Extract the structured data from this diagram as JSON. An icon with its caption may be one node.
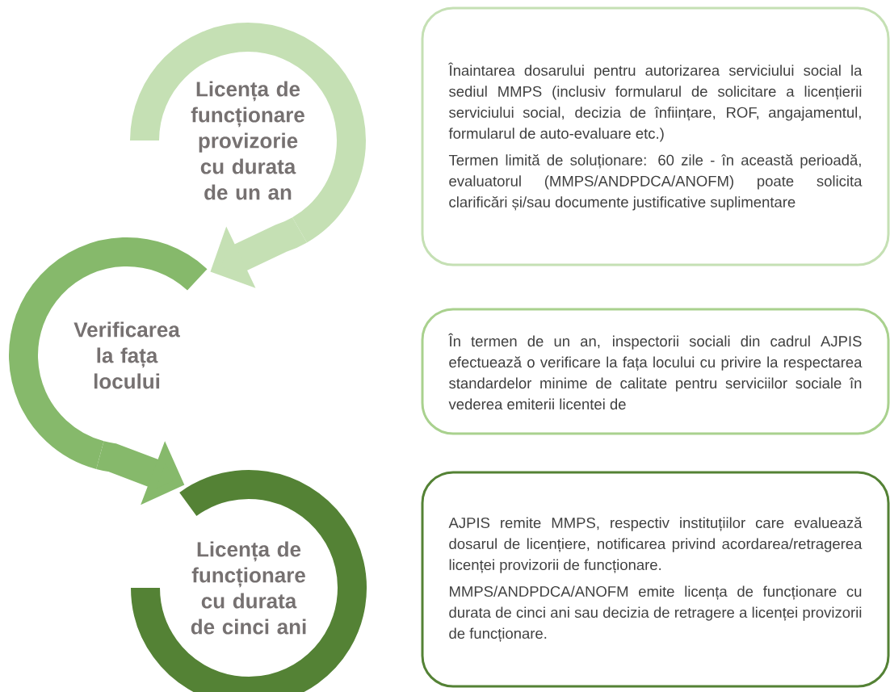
{
  "diagram": {
    "nodes": [
      {
        "text": [
          "Licența de funcționare provizorie cu durata de un an"
        ]
      },
      {
        "text": [
          "Verificarea la fața locului"
        ]
      },
      {
        "text": [
          "Licența de funcționare cu durata de cinci ani"
        ]
      },
      {
        "text": [
          "Înaintarea dosarului pentru autorizarea serviciului social la sediul MMPS (inclusiv formularul de solicitare a licențierii serviciului social, decizia de înființare, ROF, angajamentul, formularul de auto-evaluare etc.)",
          "Termen limită de soluționare: 60 zile - în această perioadă, evaluatorul (MMPS/ANDPDCA/ANOFM) poate solicita clarificări și/sau documente justificative suplimentare"
        ]
      },
      {
        "text": [
          "În termen de un an, inspectorii sociali din cadrul AJPIS efectuează o verificare la fața locului cu privire la respectarea standardelor minime de calitate pentru serviciilor sociale în vederea emiterii licentei de"
        ]
      },
      {
        "text": [
          "AJPIS remite MMPS, respectiv instituțiilor care evaluează dosarul de licențiere, notificarea privind acordarea/retragerea licenței provizorii de funcționare.",
          "MMPS/ANDPDCA/ANOFM emite licența de funcționare cu durata de cinci ani sau decizia de retragere a licenței provizorii de funcționare."
        ]
      }
    ],
    "edges": [
      {
        "from": 0,
        "to": 1,
        "arrow": "to",
        "color": "#c5e0b4"
      },
      {
        "from": 1,
        "to": 2,
        "arrow": "to",
        "color": "#86b96b"
      }
    ]
  }
}
